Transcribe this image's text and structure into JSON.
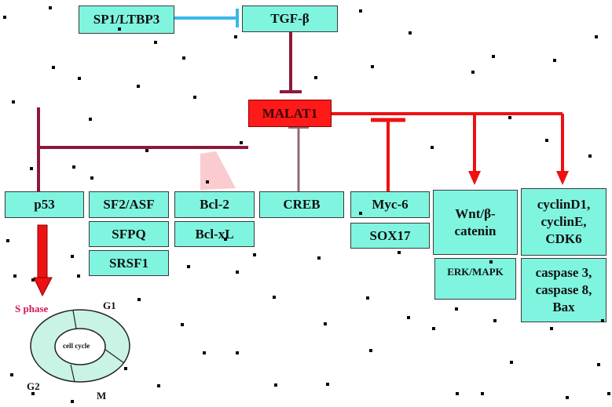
{
  "nodes": {
    "sp1": "SP1/LTBP3",
    "tgfb": "TGF-β",
    "malat1": "MALAT1",
    "p53": "p53",
    "sf2": "SF2/ASF",
    "sfpq": "SFPQ",
    "srsf1": "SRSF1",
    "bcl2": "Bcl-2",
    "bclxl": "Bcl-xL",
    "creb": "CREB",
    "myc": "Myc-6",
    "sox17": "SOX17",
    "wnt": [
      "Wnt/β-",
      "catenin"
    ],
    "erk": "ERK/MAPK",
    "cyclin": [
      "cyclinD1,",
      "cyclinE,",
      "CDK6"
    ],
    "caspase": [
      "caspase 3,",
      "caspase 8,",
      "Bax"
    ]
  },
  "cell_cycle": {
    "center": "cell cycle",
    "s_phase": "S phase",
    "g1": "G1",
    "g2": "G2",
    "m": "M"
  },
  "colors": {
    "box_fill": "#7ff5e0",
    "malat_fill": "#ff1a1a",
    "red_arrow": "#ee1111",
    "maroon": "#8b1a3a",
    "gray": "#8a6f76",
    "blue": "#39b8e8",
    "s_phase_text": "#d4145a"
  }
}
